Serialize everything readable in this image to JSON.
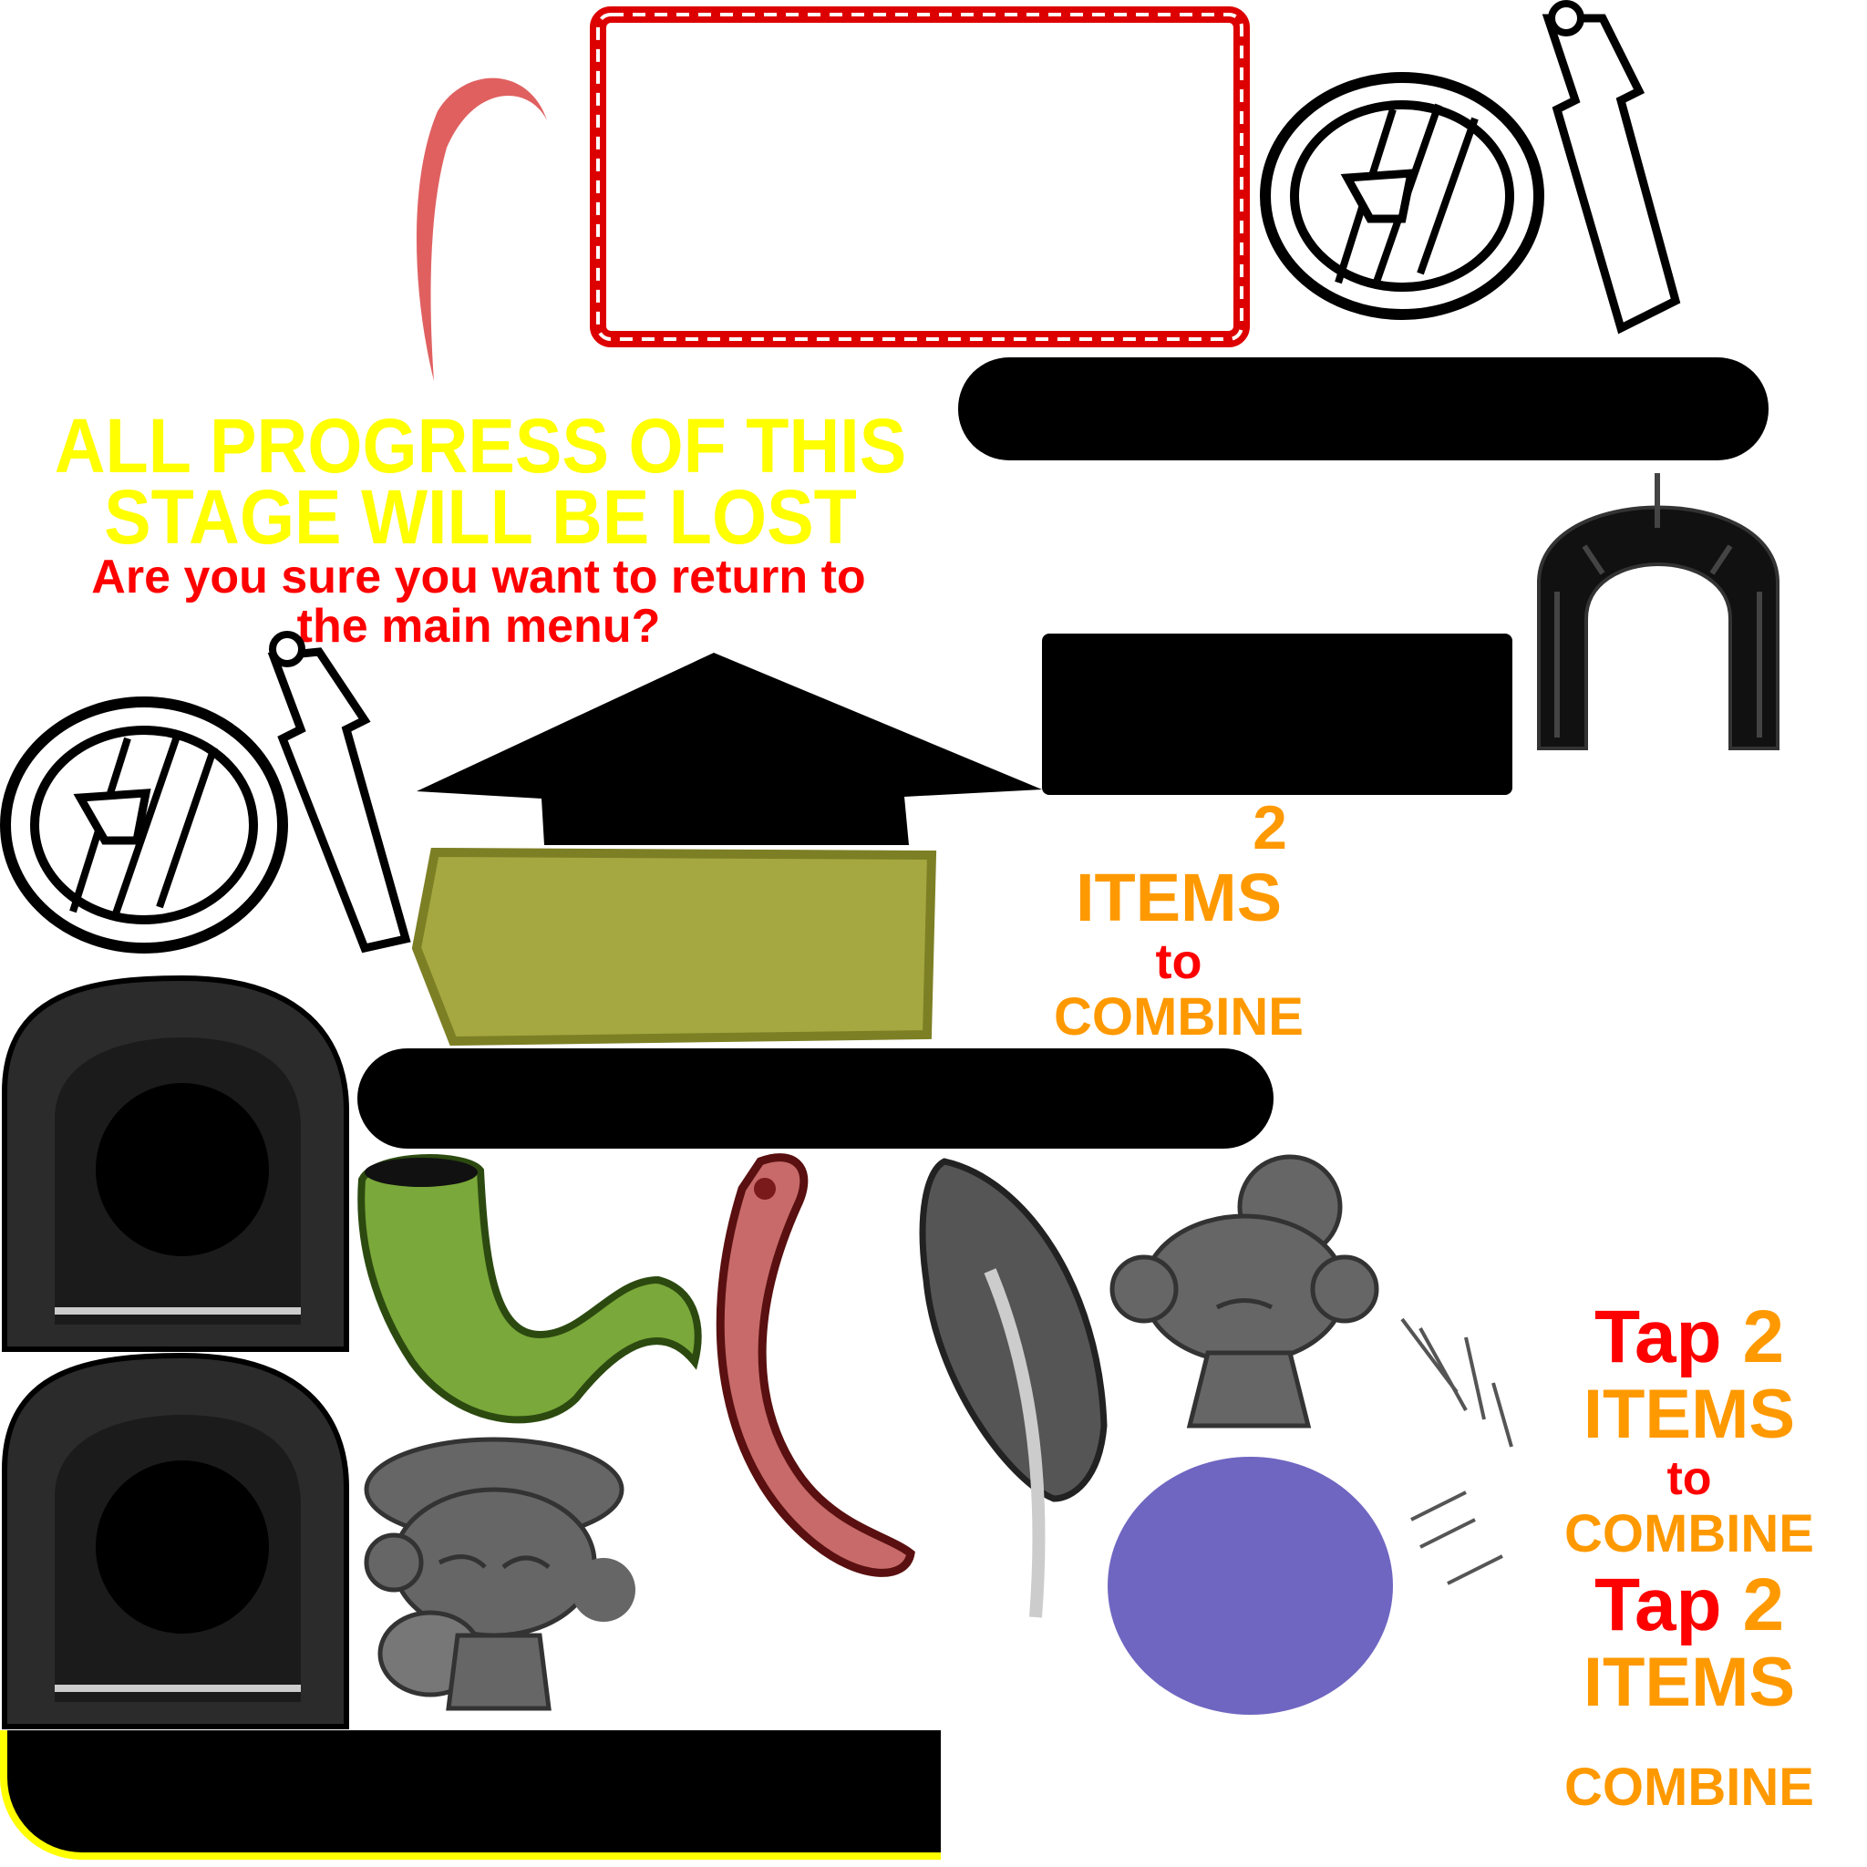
{
  "warning": {
    "title_line1": "ALL PROGRESS OF THIS",
    "title_line2": "STAGE WILL BE LOST",
    "question_line1": "Are you sure you want to return to",
    "question_line2": "the main menu?"
  },
  "hint_small": {
    "number": "2",
    "items": "ITEMS",
    "to": "to",
    "combine": "COMBINE"
  },
  "hint_a": {
    "tap": "Tap",
    "number": "2",
    "items": "ITEMS",
    "to": "to",
    "combine": "COMBINE"
  },
  "hint_b": {
    "tap": "Tap",
    "number": "2",
    "items": "ITEMS",
    "combine": "COMBINE"
  },
  "colors": {
    "yellow": "#ffff00",
    "red": "#ff0000",
    "orange": "#ff9900",
    "purple": "#6f66c1",
    "olive": "#a5a840",
    "horn_green": "#7aa83a"
  }
}
